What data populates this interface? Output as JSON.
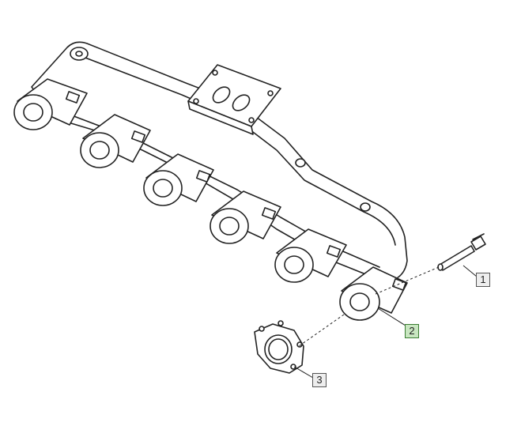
{
  "colors": {
    "line": "#222222",
    "callout_fill": "#eeeeee",
    "callout_active_fill": "#c8e6c0",
    "callout_active_border": "#3a7d32"
  },
  "callouts": [
    {
      "label": "1",
      "part": "bolt"
    },
    {
      "label": "2",
      "part": "exhaust-manifold",
      "active": true
    },
    {
      "label": "3",
      "part": "gasket"
    }
  ]
}
